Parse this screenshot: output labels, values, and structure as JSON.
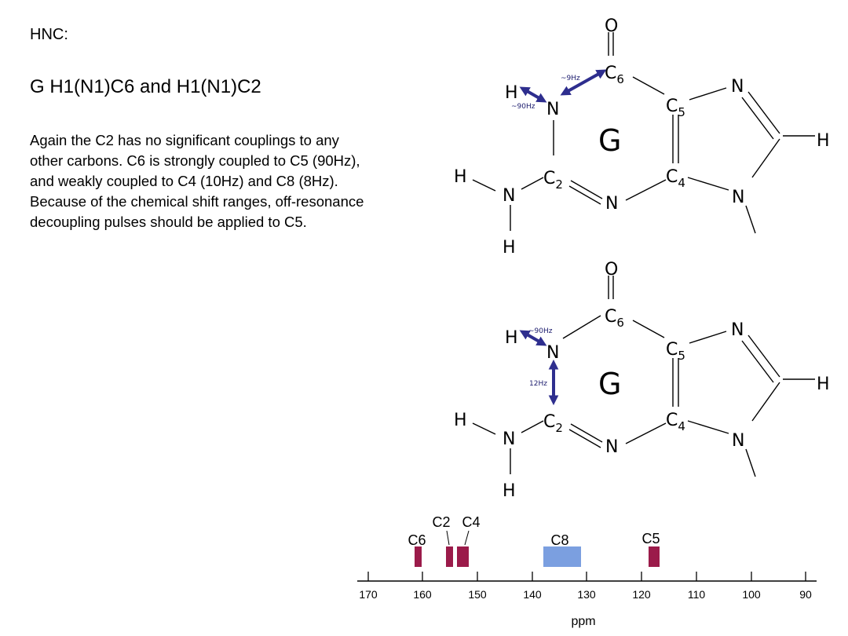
{
  "heading": "HNC:",
  "subtitle": "G H1(N1)C6 and H1(N1)C2",
  "body_lines": [
    "Again the C2 has no significant couplings to any",
    "other carbons. C6 is strongly coupled to C5 (90Hz),",
    "and weakly coupled to C4 (10Hz) and C8 (8Hz).",
    "Because of the chemical shift ranges, off-resonance",
    "decoupling pulses should be applied to C5."
  ],
  "molecule_top": {
    "ring_label": "G",
    "atoms": {
      "O": "O",
      "C6": "C",
      "C6_sub": "6",
      "N1": "N",
      "H1": "H",
      "C5": "C",
      "C5_sub": "5",
      "C4": "C",
      "C4_sub": "4",
      "N7": "N",
      "C8_H": "H",
      "N9": "N",
      "C2": "C",
      "C2_sub": "2",
      "N3": "N",
      "NH2_N": "N",
      "NH2_H1": "H",
      "NH2_H2": "H"
    },
    "couplings": [
      {
        "from": "H1",
        "to": "N1",
        "label": "~90Hz"
      },
      {
        "from": "N1",
        "to": "C6",
        "label": "~9Hz"
      }
    ]
  },
  "molecule_bottom": {
    "ring_label": "G",
    "atoms": {
      "O": "O",
      "C6": "C",
      "C6_sub": "6",
      "N1": "N",
      "H1": "H",
      "C5": "C",
      "C5_sub": "5",
      "C4": "C",
      "C4_sub": "4",
      "N7": "N",
      "C8_H": "H",
      "N9": "N",
      "C2": "C",
      "C2_sub": "2",
      "N3": "N",
      "NH2_N": "N",
      "NH2_H1": "H",
      "NH2_H2": "H"
    },
    "couplings": [
      {
        "from": "H1",
        "to": "N1",
        "label": "~90Hz"
      },
      {
        "from": "N1",
        "to": "C2",
        "label": "12Hz"
      }
    ]
  },
  "colors": {
    "arrow": "#2e2e8e",
    "peak_main": "#9b1b4a",
    "peak_c8": "#7b9fe0"
  },
  "chart_data": {
    "type": "bar",
    "title": "",
    "xlabel": "ppm",
    "ylabel": "",
    "xlim": [
      170,
      90
    ],
    "x_reversed": true,
    "ticks": [
      "170",
      "160",
      "150",
      "140",
      "130",
      "120",
      "110",
      "100",
      "90"
    ],
    "grid": false,
    "series": [
      {
        "name": "C6",
        "range_ppm": [
          161.3,
          160.0
        ],
        "color": "#9b1b4a"
      },
      {
        "name": "C2",
        "range_ppm": [
          155.8,
          154.6
        ],
        "color": "#9b1b4a"
      },
      {
        "name": "C4",
        "range_ppm": [
          153.8,
          151.7
        ],
        "color": "#9b1b4a"
      },
      {
        "name": "C8",
        "range_ppm": [
          138.0,
          131.0
        ],
        "color": "#7b9fe0"
      },
      {
        "name": "C5",
        "range_ppm": [
          118.8,
          116.8
        ],
        "color": "#9b1b4a"
      }
    ]
  }
}
